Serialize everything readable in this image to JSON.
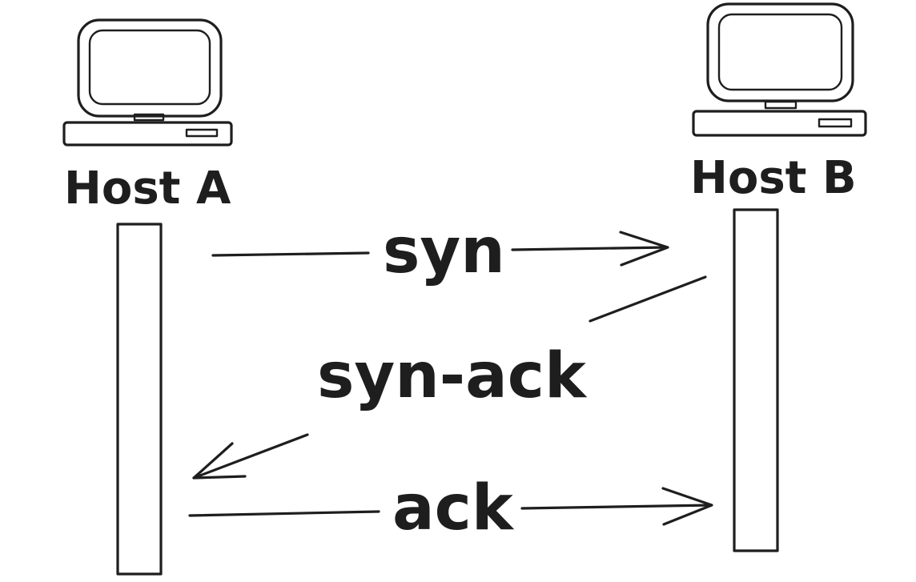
{
  "hosts": [
    {
      "id": "A",
      "label": "Host A",
      "icon": "desktop-computer-icon"
    },
    {
      "id": "B",
      "label": "Host B",
      "icon": "desktop-computer-icon"
    }
  ],
  "messages": [
    {
      "label": "syn",
      "from": "Host A",
      "to": "Host B"
    },
    {
      "label": "syn-ack",
      "from": "Host B",
      "to": "Host A"
    },
    {
      "label": "ack",
      "from": "Host A",
      "to": "Host B"
    }
  ],
  "colors": {
    "stroke": "#1e1e1e",
    "background": "#ffffff"
  }
}
